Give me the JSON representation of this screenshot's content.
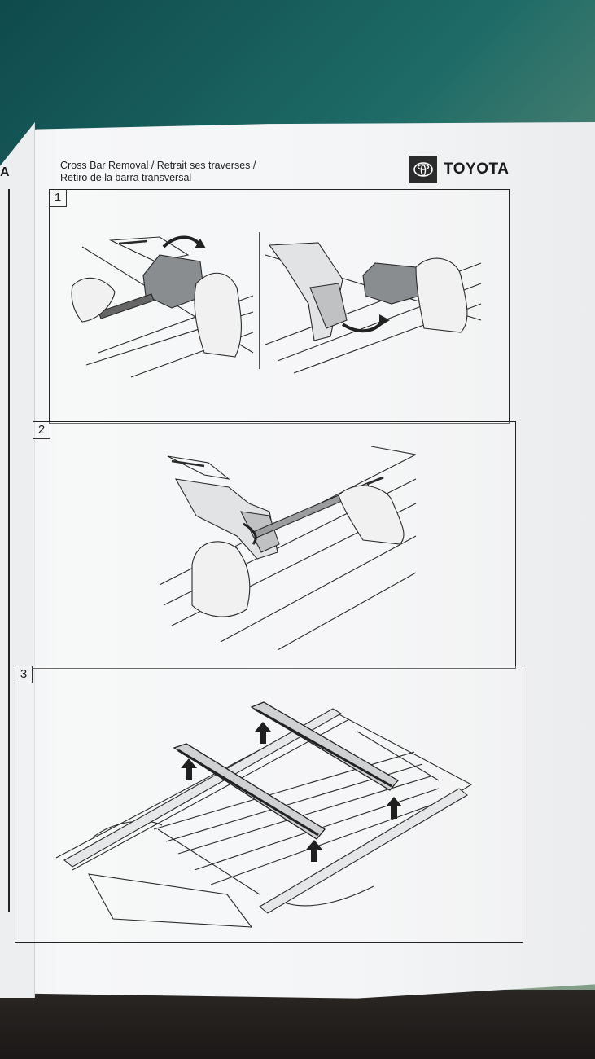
{
  "document": {
    "left_page_letter": "A",
    "header": {
      "line1": "Cross Bar Removal / Retrait ses traverses /",
      "line2": "Retiro de la barra transversal"
    },
    "brand": {
      "name": "TOYOTA",
      "icon": "toyota-emblem-icon"
    },
    "steps": [
      {
        "number": "1"
      },
      {
        "number": "2"
      },
      {
        "number": "3"
      }
    ]
  }
}
